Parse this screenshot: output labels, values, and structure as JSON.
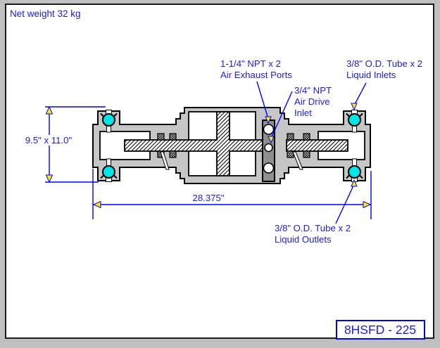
{
  "window": {
    "net_weight_note": "Net weight 32 kg"
  },
  "labels": {
    "air_exhaust": {
      "line1": "1-1/4\" NPT x 2",
      "line2": "Air Exhaust Ports"
    },
    "air_drive": {
      "line1": "3/4\" NPT",
      "line2": "Air Drive",
      "line3": "Inlet"
    },
    "liquid_inlets": {
      "line1": "3/8\" O.D. Tube x 2",
      "line2": "Liquid Inlets"
    },
    "liquid_outlets": {
      "line1": "3/8\" O.D. Tube x 2",
      "line2": "Liquid Outlets"
    }
  },
  "dimensions": {
    "height_width": "9.5\" x 11.0\"",
    "overall_length": "28.375\""
  },
  "model_number": "8HSFD - 225",
  "colors": {
    "annotation_blue": "#0000ff",
    "text_blue": "#1c1ce0",
    "body_gray": "#c6c6c6",
    "port_bar_gray": "#8f8f8f",
    "frame_gray": "#c0c0c0",
    "check_valve_cyan": "#00e6e8",
    "arrowhead_yellow": "#ffee00"
  }
}
